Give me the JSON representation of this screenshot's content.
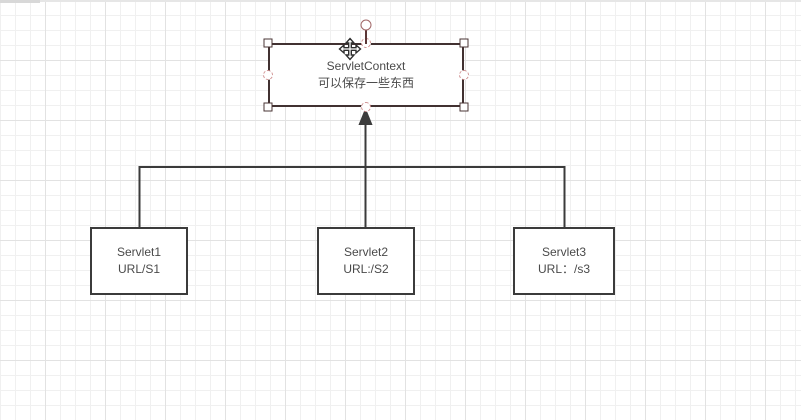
{
  "canvas": {
    "background": "#ffffff",
    "grid_minor_color": "#f0f0f0",
    "grid_major_color": "#e2e2e2"
  },
  "diagram": {
    "selected_node": {
      "line1": "ServletContext",
      "line2": "可以保存一些东西"
    },
    "nodes": [
      {
        "line1": "Servlet1",
        "line2": "URL/S1"
      },
      {
        "line1": "Servlet2",
        "line2": "URL:/S2"
      },
      {
        "line1": "Servlet3",
        "line2": "URL：/s3"
      }
    ],
    "edge": {
      "type": "orthogonal",
      "arrow": "block-filled"
    },
    "colors": {
      "node_border": "#3b3b3b",
      "selected_node_border": "#413131",
      "edge": "#3b3b3b",
      "text": "#4a4a4a",
      "handle_square_border": "#4a3434",
      "handle_circle_border": "#cf8f8f",
      "rotation_handle_border": "#a06666"
    }
  }
}
